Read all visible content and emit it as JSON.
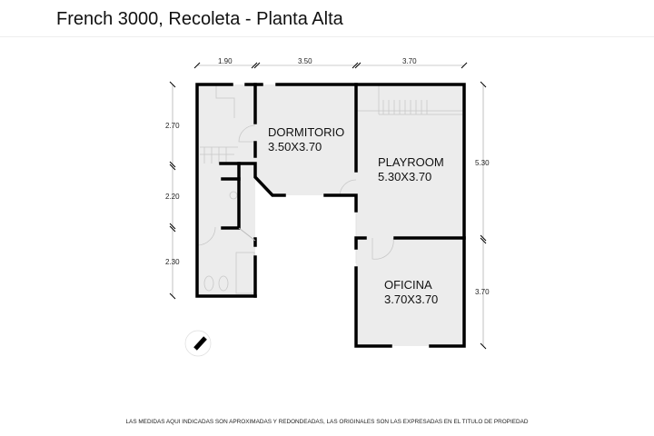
{
  "title": "French 3000, Recoleta - Planta Alta",
  "rooms": [
    {
      "name": "DORMITORIO",
      "size": "3.50X3.70"
    },
    {
      "name": "PLAYROOM",
      "size": "5.30X3.70"
    },
    {
      "name": "OFICINA",
      "size": "3.70X3.70"
    }
  ],
  "dimensions": {
    "top": [
      "1.90",
      "3.50",
      "3.70"
    ],
    "left": [
      "2.70",
      "2.20",
      "2.30"
    ],
    "right": [
      "5.30",
      "3.70"
    ]
  },
  "footnote": "LAS MEDIDAS AQUI INDICADAS SON APROXIMADAS Y REDONDEADAS, LAS ORIGINALES SON LAS EXPRESADAS EN EL TITULO DE PROPIEDAD"
}
